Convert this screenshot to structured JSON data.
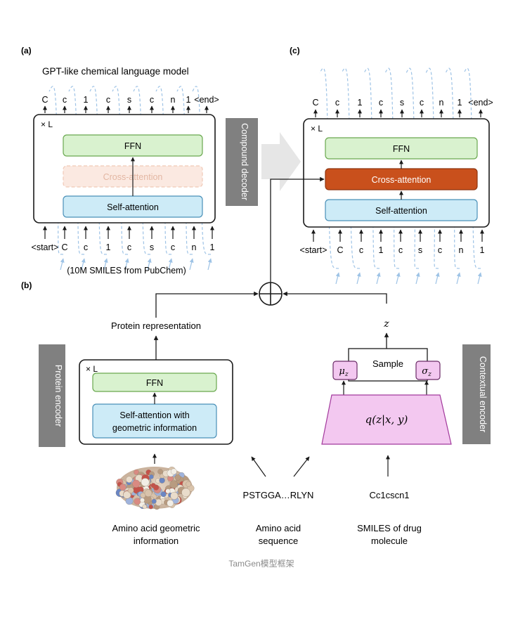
{
  "panel_a": {
    "label": "(a)",
    "title": "GPT-like chemical language model",
    "repeat": "× L",
    "output_tokens": [
      "C",
      "c",
      "1",
      "c",
      "s",
      "c",
      "n",
      "1",
      "<end>"
    ],
    "input_tokens": [
      "<start>",
      "C",
      "c",
      "1",
      "c",
      "s",
      "c",
      "n",
      "1"
    ],
    "blocks": {
      "ffn": "FFN",
      "cross": "Cross-attention",
      "self": "Self-attention"
    },
    "side_label": "Compound decoder",
    "source": "(10M SMILES from PubChem)"
  },
  "panel_c": {
    "label": "(c)",
    "repeat": "× L",
    "output_tokens": [
      "C",
      "c",
      "1",
      "c",
      "s",
      "c",
      "n",
      "1",
      "<end>"
    ],
    "input_tokens": [
      "<start>",
      "C",
      "c",
      "1",
      "c",
      "s",
      "c",
      "n",
      "1"
    ],
    "blocks": {
      "ffn": "FFN",
      "cross": "Cross-attention",
      "self": "Self-attention"
    }
  },
  "panel_b": {
    "label": "(b)",
    "protein_repr": "Protein representation",
    "z": "z",
    "repeat": "× L",
    "ffn": "FFN",
    "self_geo_line1": "Self-attention with",
    "self_geo_line2": "geometric information",
    "protein_encoder": "Protein encoder",
    "sample": "Sample",
    "mu": "μ",
    "mu_sub": "z",
    "sigma": "σ",
    "sigma_sub": "z",
    "q_formula": "q(z|x, y)",
    "contextual_encoder": "Contextual encoder",
    "sequence": "PSTGGA…RLYN",
    "smiles": "Cc1cscn1",
    "caption_geo_1": "Amino acid geometric",
    "caption_geo_2": "information",
    "caption_seq_1": "Amino acid",
    "caption_seq_2": "sequence",
    "caption_smi_1": "SMILES of drug",
    "caption_smi_2": "molecule"
  },
  "footer": "TamGen模型框架",
  "colors": {
    "ffn": "#d9f2cf",
    "self": "#cdebf7",
    "cross_faded": "#fbe9e1",
    "cross": "#c9501c",
    "gray_tag": "#808080",
    "pink": "#f3c8f0",
    "dash": "#9ec3e6"
  }
}
